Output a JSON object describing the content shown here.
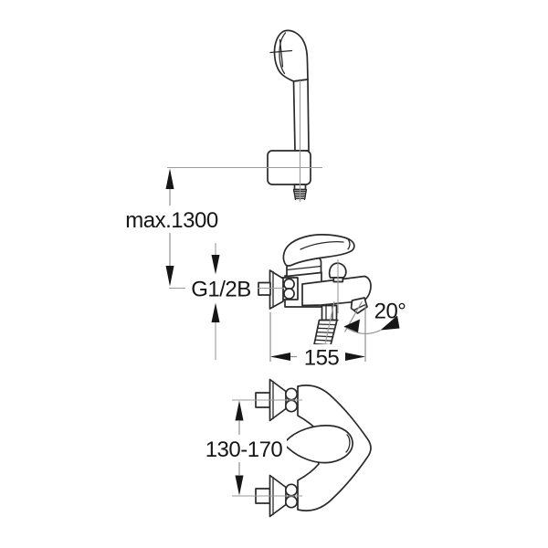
{
  "page": {
    "background": "#ffffff"
  },
  "drawing": {
    "labels": {
      "max_mounting_height": "max.1300",
      "thread_size": "G1/2B",
      "spout_angle": "20°",
      "spout_projection": "155",
      "hole_distance": "130-170"
    },
    "colors": {
      "outline": "#2a2a2a",
      "centerline": "#9a9a9a",
      "dimension_line": "#8f8f8f",
      "arrow": "#161616",
      "text": "#161616",
      "background": "#ffffff"
    }
  }
}
